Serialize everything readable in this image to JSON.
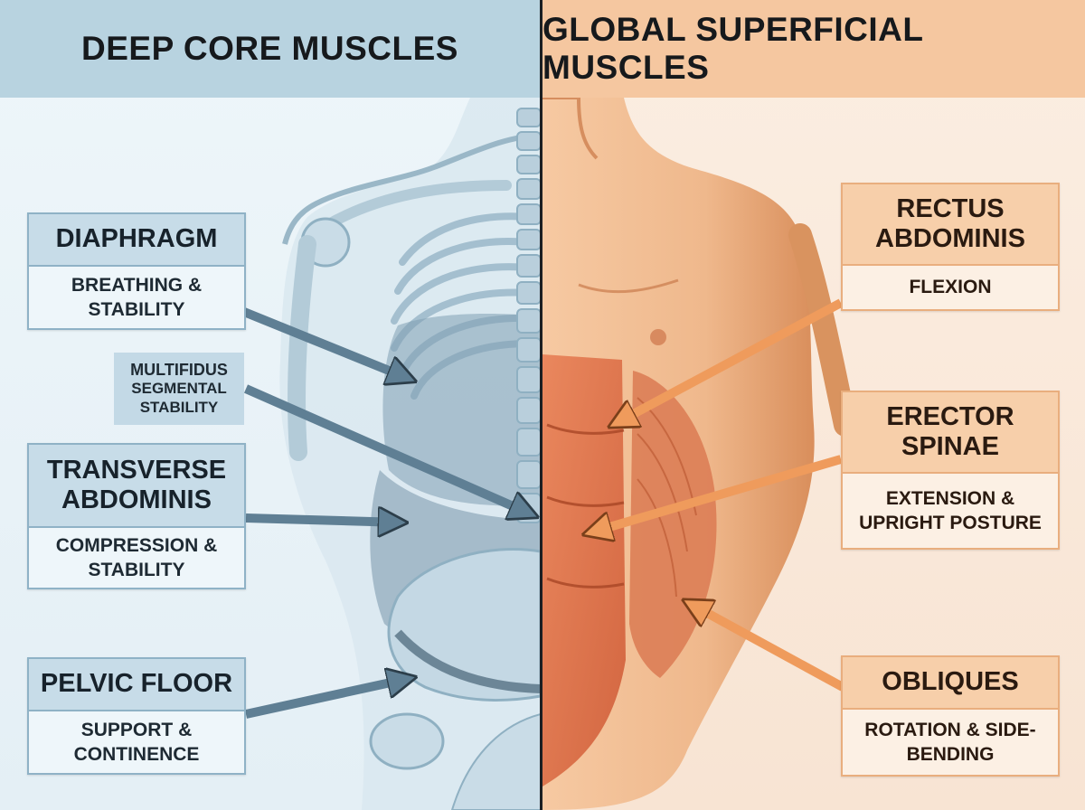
{
  "headers": {
    "left": "DEEP CORE MUSCLES",
    "right": "GLOBAL SUPERFICIAL MUSCLES"
  },
  "deep_core": {
    "diaphragm": {
      "name": "DIAPHRAGM",
      "function": "BREATHING & STABILITY"
    },
    "multifidus": {
      "name": "MULTIFIDUS",
      "function": "SEGMENTAL STABILITY"
    },
    "transverse_abdominis": {
      "name": "TRANSVERSE ABDOMINIS",
      "function": "COMPRESSION & STABILITY"
    },
    "pelvic_floor": {
      "name": "PELVIC FLOOR",
      "function": "SUPPORT & CONTINENCE"
    }
  },
  "superficial": {
    "rectus_abdominis": {
      "name": "RECTUS ABDOMINIS",
      "function": "FLEXION"
    },
    "erector_spinae": {
      "name": "ERECTOR SPINAE",
      "function": "EXTENSION & UPRIGHT POSTURE"
    },
    "obliques": {
      "name": "OBLIQUES",
      "function": "ROTATION & SIDE-BENDING"
    }
  },
  "colors": {
    "deep_accent": "#c7dce8",
    "deep_arrow": "#5f7f94",
    "superficial_accent": "#f7cfaa",
    "superficial_arrow": "#ef9b5c",
    "divider": "#1b1f23"
  }
}
